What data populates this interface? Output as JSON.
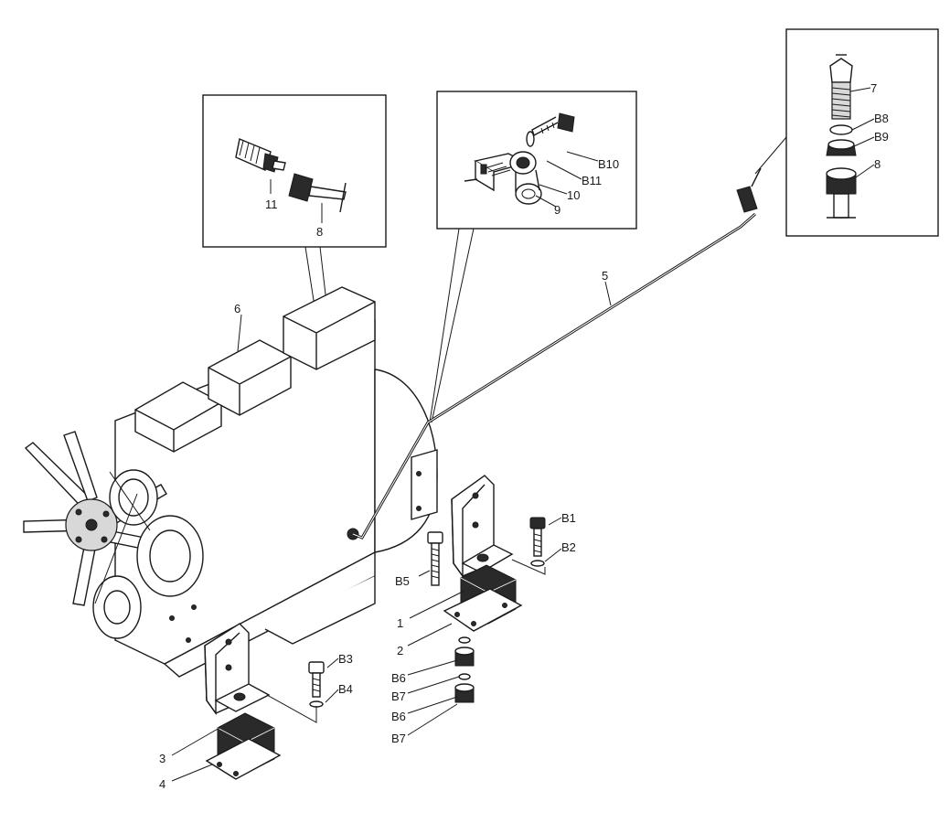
{
  "callouts": {
    "c1": "1",
    "c2": "2",
    "c3": "3",
    "c4": "4",
    "c5": "5",
    "c6": "6",
    "c7": "7",
    "c8a": "8",
    "c8b": "8",
    "c9": "9",
    "c10": "10",
    "c11": "11",
    "b1": "B1",
    "b2": "B2",
    "b3": "B3",
    "b4": "B4",
    "b5": "B5",
    "b6a": "B6",
    "b6b": "B6",
    "b7a": "B7",
    "b7b": "B7",
    "b8": "B8",
    "b9": "B9",
    "b10": "B10",
    "b11": "B11"
  }
}
